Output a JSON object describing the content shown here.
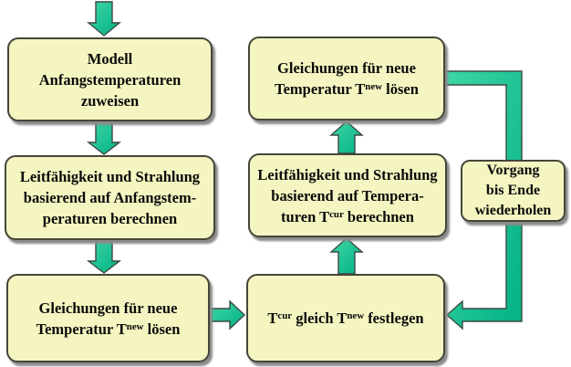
{
  "colors": {
    "background": "#ffffff",
    "box_fill": "#f5f5c1",
    "box_border": "#45453a",
    "box_shadow": "#8b8b8b",
    "text_color": "#0a0a0a",
    "arrow_fill_light": "#3fd6a6",
    "arrow_fill_dark": "#02b184",
    "arrow_outline": "#3d4a44"
  },
  "boxes": {
    "modell": {
      "line1": "Modell",
      "line2": "Anfangstemperaturen",
      "line3": "zuweisen"
    },
    "leit_anfang": {
      "line1": "Leitfähigkeit und Strahlung",
      "line2": "basierend auf Anfangstem-",
      "line3": "peraturen berechnen"
    },
    "gleich_left": {
      "line1": "Gleichungen für neue",
      "line2_pre": "Temperatur T",
      "line2_sup": "new",
      "line2_post": " lösen"
    },
    "tcur_gleich": {
      "pre": "T",
      "sup1": "cur",
      "mid": " gleich T",
      "sup2": "new",
      "post": " festlegen"
    },
    "leit_tcur": {
      "line1": "Leitfähigkeit und Strahlung",
      "line2": "basierend auf Tempera-",
      "line3_pre": "turen T",
      "line3_sup": "cur",
      "line3_post": " berechnen"
    },
    "gleich_mid": {
      "line1": "Gleichungen für neue",
      "line2_pre": "Temperatur T",
      "line2_sup": "new",
      "line2_post": " lösen"
    },
    "vorgang": {
      "line1": "Vorgang",
      "line2": "bis Ende",
      "line3": "wiederholen"
    }
  }
}
